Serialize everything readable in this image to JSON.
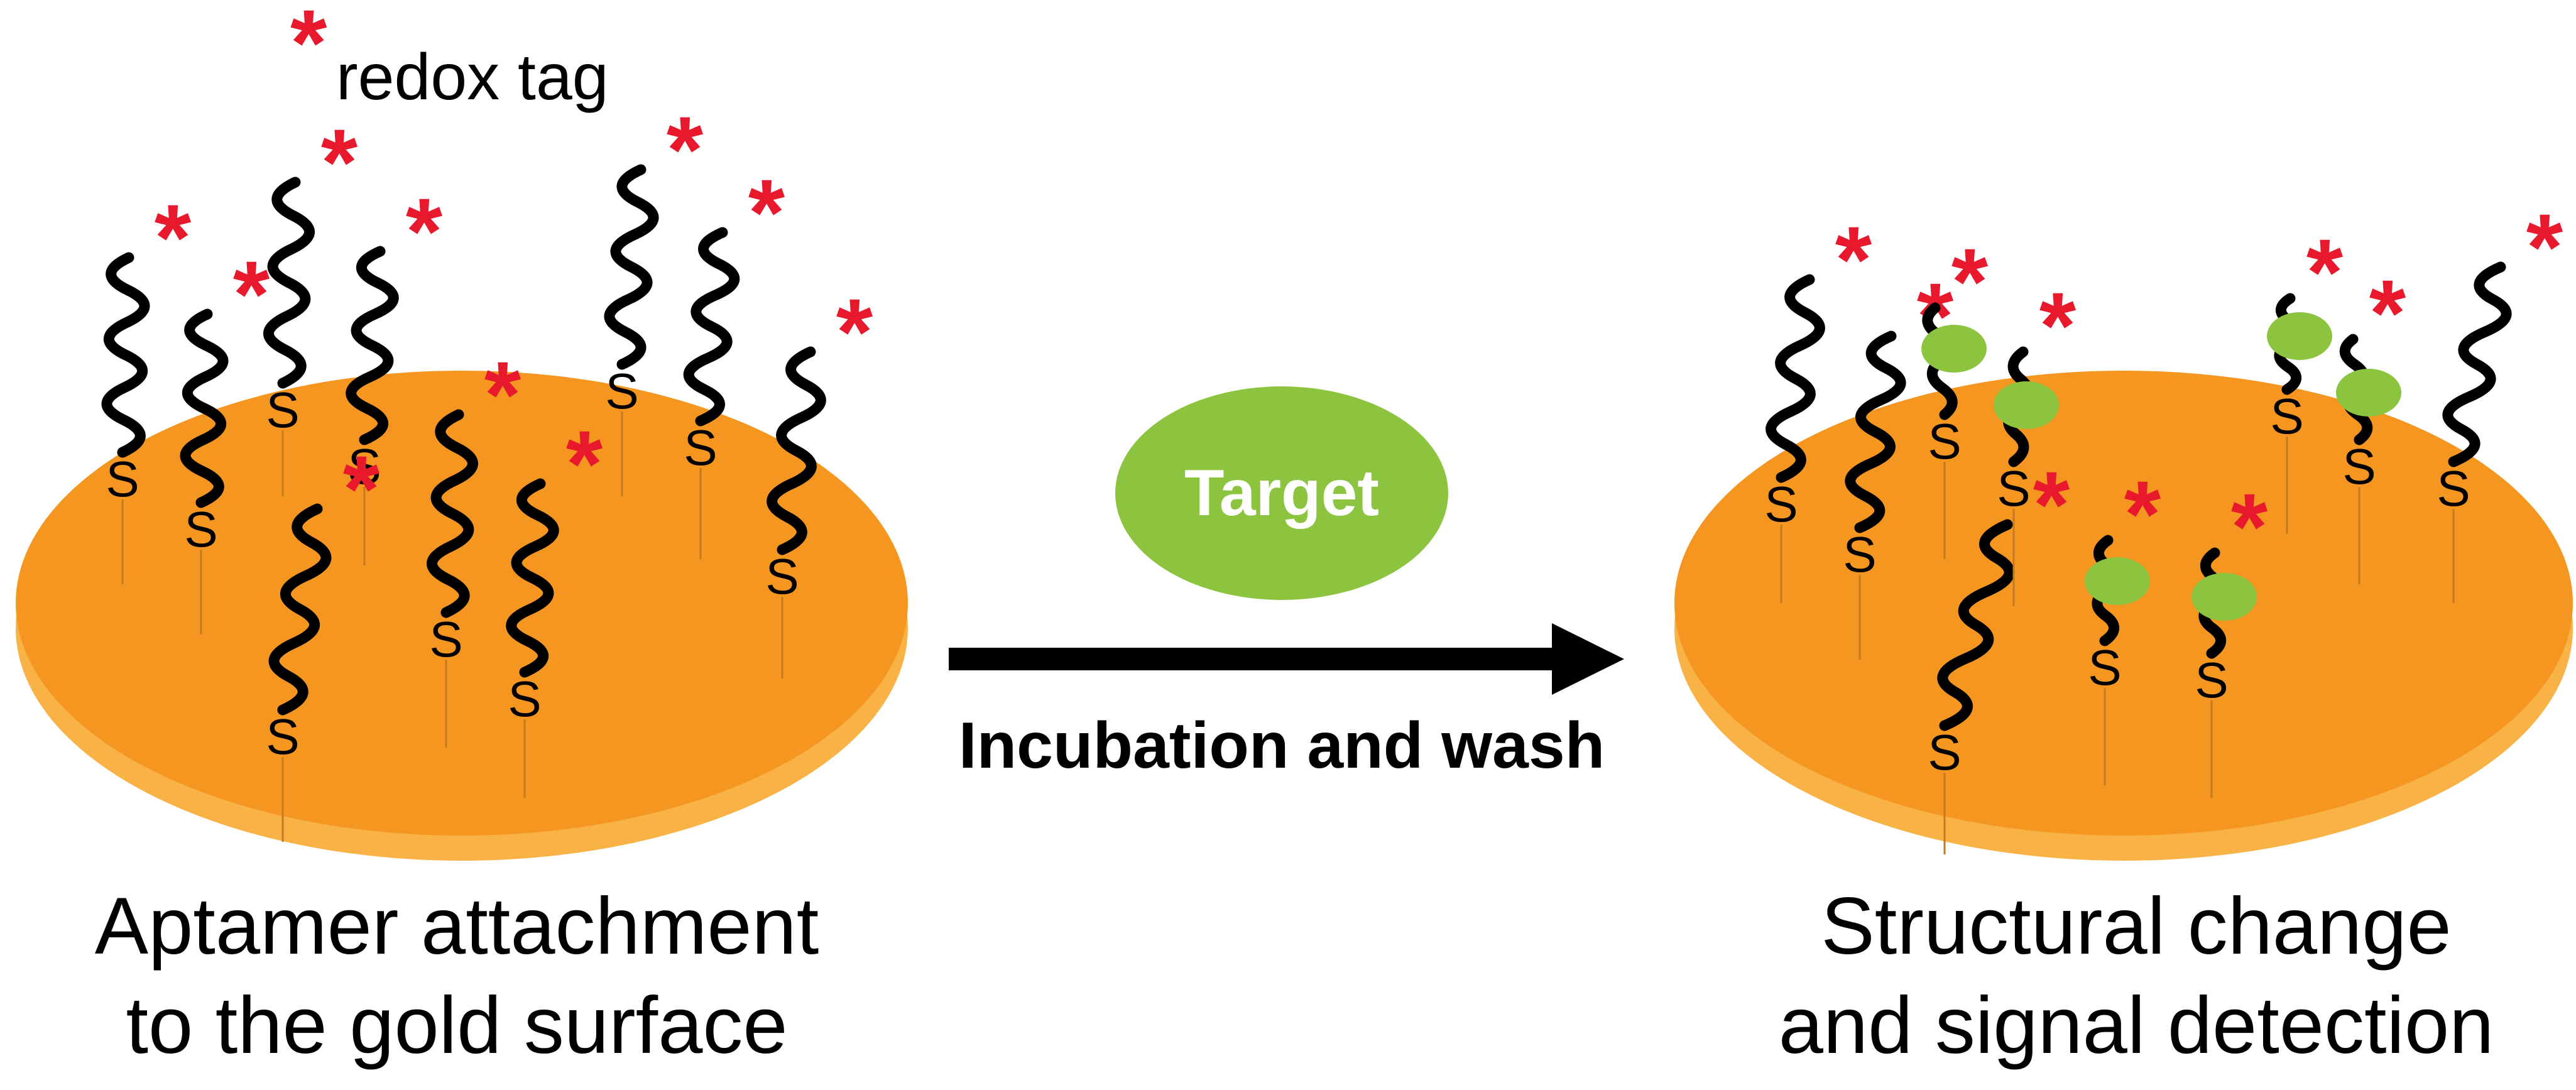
{
  "legend": {
    "symbol": "*",
    "text": "redox tag"
  },
  "target": {
    "label": "Target"
  },
  "arrow": {
    "label": "Incubation and wash"
  },
  "left_caption": {
    "line1": "Aptamer attachment",
    "line2": "to the gold surface"
  },
  "right_caption": {
    "line1": "Structural change",
    "line2": "and signal detection"
  },
  "thiol_label": "S",
  "redox_symbol": "*",
  "colors": {
    "gold_top": "#F4961F",
    "gold_rim": "#F8B246",
    "redox_tag": "#E8192C",
    "target": "#8CC43F",
    "strand": "#000000",
    "arrow": "#000000"
  }
}
